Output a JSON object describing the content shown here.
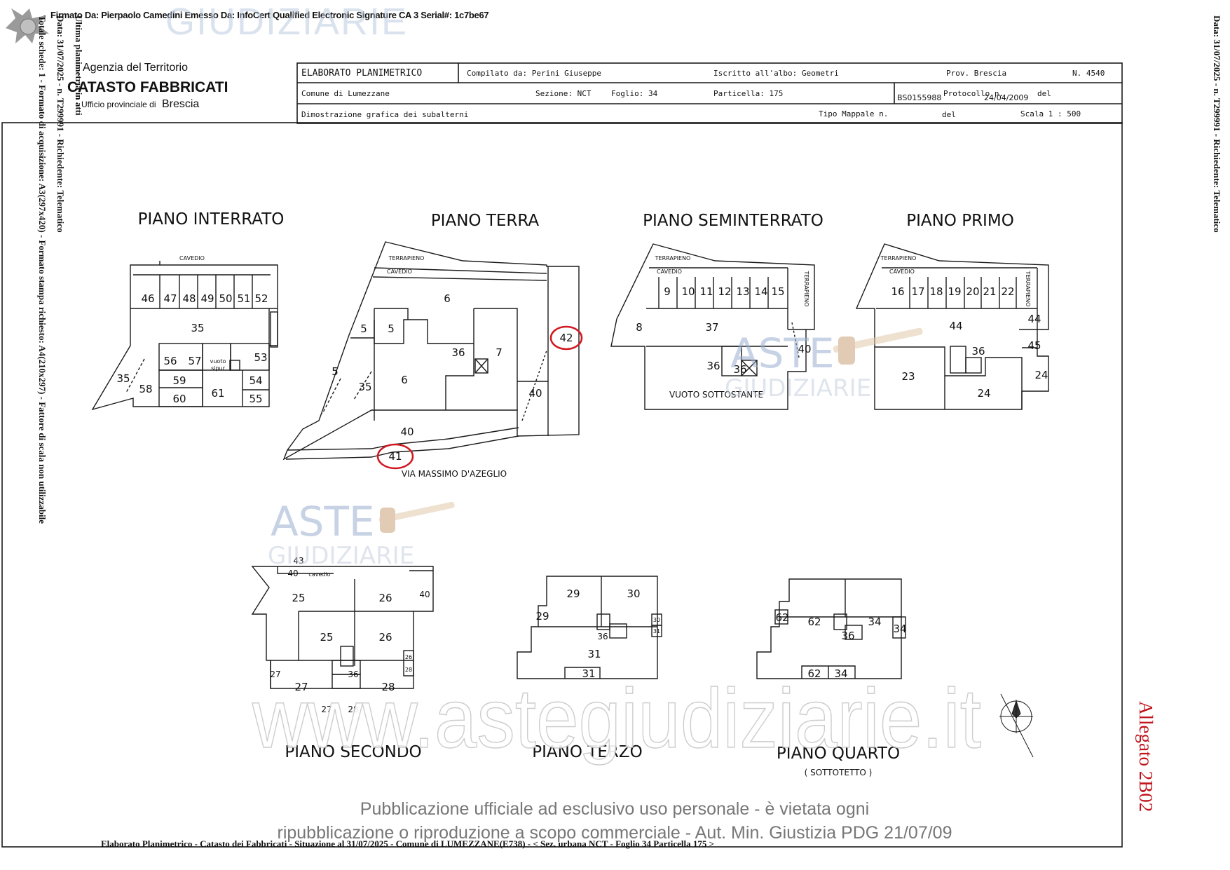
{
  "signature_header": "Firmato Da: Pierpaolo Camedini Emesso Da: InfoCert Qualified Electronic Signature CA 3 Serial#: 1c7be67",
  "left_margin": {
    "line1": "Ultima planimetria in atti",
    "line2": "Data: 31/07/2025 - n. T299991 - Richiedente: Telematico",
    "line3": "Totale schede: 1 - Formato di acquisizione: A3(297x420) - Formato stampa richiesto: A4(210x297) - Fattore di scala non utilizzabile"
  },
  "right_margin": "Data: 31/07/2025 - n. T299991 - Richiedente: Telematico",
  "agency": {
    "line1": "Agenzia del Territorio",
    "line2": "CATASTO FABBRICATI",
    "line3": "Ufficio provinciale di",
    "province": "Brescia"
  },
  "header_table": {
    "title": "ELABORATO PLANIMETRICO",
    "compilato": "Compilato da: Perini Giuseppe",
    "iscritto": "Iscritto all'albo: Geometri",
    "prov": "Prov. Brescia",
    "numero": "N.   4540",
    "comune": "Comune di Lumezzane",
    "sezione": "Sezione: NCT",
    "foglio": "Foglio: 34",
    "particella": "Particella: 175",
    "protocollo_label": "Protocollo n.",
    "protocollo_value": "BS0155988",
    "protocollo_date": "24/04/2009",
    "del1": "del",
    "dimostrazione": "Dimostrazione grafica dei subalterni",
    "tipo_mappale": "Tipo Mappale n.",
    "del2": "del",
    "scala": "Scala 1 : 500"
  },
  "plans": {
    "interrato": {
      "title": "PIANO INTERRATO",
      "cavedio": "CAVEDIO",
      "vuoto": "vuoto",
      "sipur": "sipur",
      "rooms": [
        "46",
        "47",
        "48",
        "49",
        "50",
        "51",
        "52",
        "35",
        "56",
        "57",
        "53",
        "59",
        "54",
        "58",
        "60",
        "61",
        "55",
        "35"
      ]
    },
    "terra": {
      "title": "PIANO TERRA",
      "terrapieno": "TERRAPIENO",
      "cavedio": "CAVEDIO",
      "via": "VIA MASSIMO D'AZEGLIO",
      "rooms": [
        "6",
        "5",
        "5",
        "36",
        "7",
        "6",
        "5",
        "35",
        "40",
        "42",
        "40",
        "41"
      ]
    },
    "seminterrato": {
      "title": "PIANO SEMINTERRATO",
      "terrapieno": "TERRAPIENO",
      "terrapieno_side": "TERRAPIENO",
      "cavedio": "CAVEDIO",
      "vuoto": "VUOTO SOTTOSTANTE",
      "rooms": [
        "9",
        "10",
        "11",
        "12",
        "13",
        "14",
        "15",
        "8",
        "37",
        "40",
        "36",
        "36"
      ]
    },
    "primo": {
      "title": "PIANO PRIMO",
      "terrapieno": "TERRAPIENO",
      "terrapieno_side": "TERRAPIENO",
      "cavedio": "CAVEDIO",
      "rooms": [
        "16",
        "17",
        "18",
        "19",
        "20",
        "21",
        "22",
        "44",
        "44",
        "36",
        "45",
        "23",
        "24",
        "24"
      ]
    },
    "secondo": {
      "title": "PIANO SECONDO",
      "cavedio": "cavedio",
      "rooms": [
        "43",
        "40",
        "25",
        "26",
        "40",
        "25",
        "26",
        "36",
        "26",
        "28",
        "27",
        "27",
        "28",
        "27",
        "28"
      ]
    },
    "terzo": {
      "title": "PIANO TERZO",
      "rooms": [
        "29",
        "30",
        "29",
        "30",
        "31",
        "36",
        "31",
        "31"
      ]
    },
    "quarto": {
      "title": "PIANO QUARTO",
      "subtitle": "( SOTTOTETTO )",
      "rooms": [
        "62",
        "62",
        "34",
        "36",
        "34",
        "62",
        "34"
      ]
    }
  },
  "watermarks": {
    "aste": "ASTE",
    "giudiziarie": "GIUDIZIARIE",
    "site": "www.astegiudiziarie.it",
    "publication_line1": "Pubblicazione ufficiale ad esclusivo uso personale - è vietata ogni",
    "publication_line2": "ripubblicazione o riproduzione a scopo commerciale - Aut. Min. Giustizia PDG 21/07/09"
  },
  "footer": "Elaborato Planimetrico - Catasto dei Fabbricati - Situazione al 31/07/2025 - Comune di LUMEZZANE(E738) - < Sez. urbana NCT - Foglio 34 Particella 175 >",
  "allegato": "Allegato 2B02",
  "colors": {
    "allegato": "#c0141c",
    "highlight_circle": "#d01822",
    "watermark_blue": "#9aaed0",
    "watermark_gray": "#c8c8c8",
    "line": "#1a1a1a"
  },
  "icons": {
    "seal": "seal-icon",
    "gavel": "gavel-icon",
    "compass": "compass-rose-icon"
  }
}
